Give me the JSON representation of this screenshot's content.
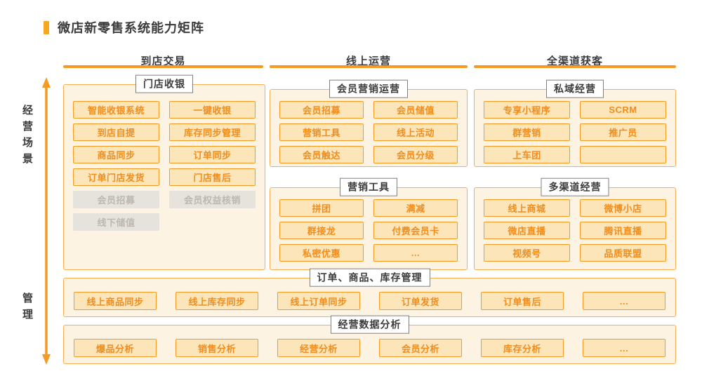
{
  "page": {
    "title": "微店新零售系统能力矩阵"
  },
  "axis": {
    "scenario_label": "经营场景",
    "management_label": "管理"
  },
  "columns": [
    {
      "header": "到店交易"
    },
    {
      "header": "线上运营"
    },
    {
      "header": "全渠道获客"
    }
  ],
  "panels": {
    "store_cashier": {
      "title": "门店收银",
      "items": [
        {
          "label": "智能收银系统",
          "state": "normal"
        },
        {
          "label": "一键收银",
          "state": "normal"
        },
        {
          "label": "到店自提",
          "state": "normal"
        },
        {
          "label": "库存同步管理",
          "state": "normal"
        },
        {
          "label": "商品同步",
          "state": "normal"
        },
        {
          "label": "订单同步",
          "state": "normal"
        },
        {
          "label": "订单门店发货",
          "state": "normal"
        },
        {
          "label": "门店售后",
          "state": "normal"
        },
        {
          "label": "会员招募",
          "state": "disabled"
        },
        {
          "label": "会员权益核销",
          "state": "disabled"
        },
        {
          "label": "线下储值",
          "state": "disabled"
        }
      ]
    },
    "member_marketing": {
      "title": "会员营销运营",
      "items": [
        {
          "label": "会员招募",
          "state": "normal"
        },
        {
          "label": "会员储值",
          "state": "normal"
        },
        {
          "label": "营销工具",
          "state": "normal"
        },
        {
          "label": "线上活动",
          "state": "normal"
        },
        {
          "label": "会员触达",
          "state": "normal"
        },
        {
          "label": "会员分级",
          "state": "normal"
        }
      ]
    },
    "marketing_tools": {
      "title": "营销工具",
      "items": [
        {
          "label": "拼团",
          "state": "normal"
        },
        {
          "label": "满减",
          "state": "normal"
        },
        {
          "label": "群接龙",
          "state": "normal"
        },
        {
          "label": "付费会员卡",
          "state": "normal"
        },
        {
          "label": "私密优惠",
          "state": "normal"
        },
        {
          "label": "…",
          "state": "normal"
        }
      ]
    },
    "private_domain": {
      "title": "私域经营",
      "items": [
        {
          "label": "专享小程序",
          "state": "normal"
        },
        {
          "label": "SCRM",
          "state": "normal"
        },
        {
          "label": "群营销",
          "state": "normal"
        },
        {
          "label": "推广员",
          "state": "normal"
        },
        {
          "label": "上车团",
          "state": "normal"
        },
        {
          "label": "",
          "state": "empty"
        }
      ]
    },
    "multi_channel": {
      "title": "多渠道经营",
      "items": [
        {
          "label": "线上商城",
          "state": "normal"
        },
        {
          "label": "微博小店",
          "state": "normal"
        },
        {
          "label": "微店直播",
          "state": "normal"
        },
        {
          "label": "腾讯直播",
          "state": "normal"
        },
        {
          "label": "视频号",
          "state": "normal"
        },
        {
          "label": "品质联盟",
          "state": "normal"
        }
      ]
    },
    "order_goods_inventory": {
      "title": "订单、商品、库存管理",
      "items": [
        {
          "label": "线上商品同步",
          "state": "normal"
        },
        {
          "label": "线上库存同步",
          "state": "normal"
        },
        {
          "label": "线上订单同步",
          "state": "normal"
        },
        {
          "label": "订单发货",
          "state": "normal"
        },
        {
          "label": "订单售后",
          "state": "normal"
        },
        {
          "label": "…",
          "state": "normal"
        }
      ]
    },
    "data_analysis": {
      "title": "经营数据分析",
      "items": [
        {
          "label": "爆品分析",
          "state": "normal"
        },
        {
          "label": "销售分析",
          "state": "normal"
        },
        {
          "label": "经营分析",
          "state": "normal"
        },
        {
          "label": "会员分析",
          "state": "normal"
        },
        {
          "label": "库存分析",
          "state": "normal"
        },
        {
          "label": "…",
          "state": "normal"
        }
      ]
    }
  },
  "colors": {
    "accent": "#F59A23",
    "ink": "#3C3C3C",
    "panel-bg": "#FDF3E2",
    "panel-border": "#F7AE55",
    "btn-bg": "#FCE5B8",
    "btn-text": "#F08D1E",
    "disabled-bg": "#E6E3DC",
    "disabled-text": "#BCB8B0"
  }
}
